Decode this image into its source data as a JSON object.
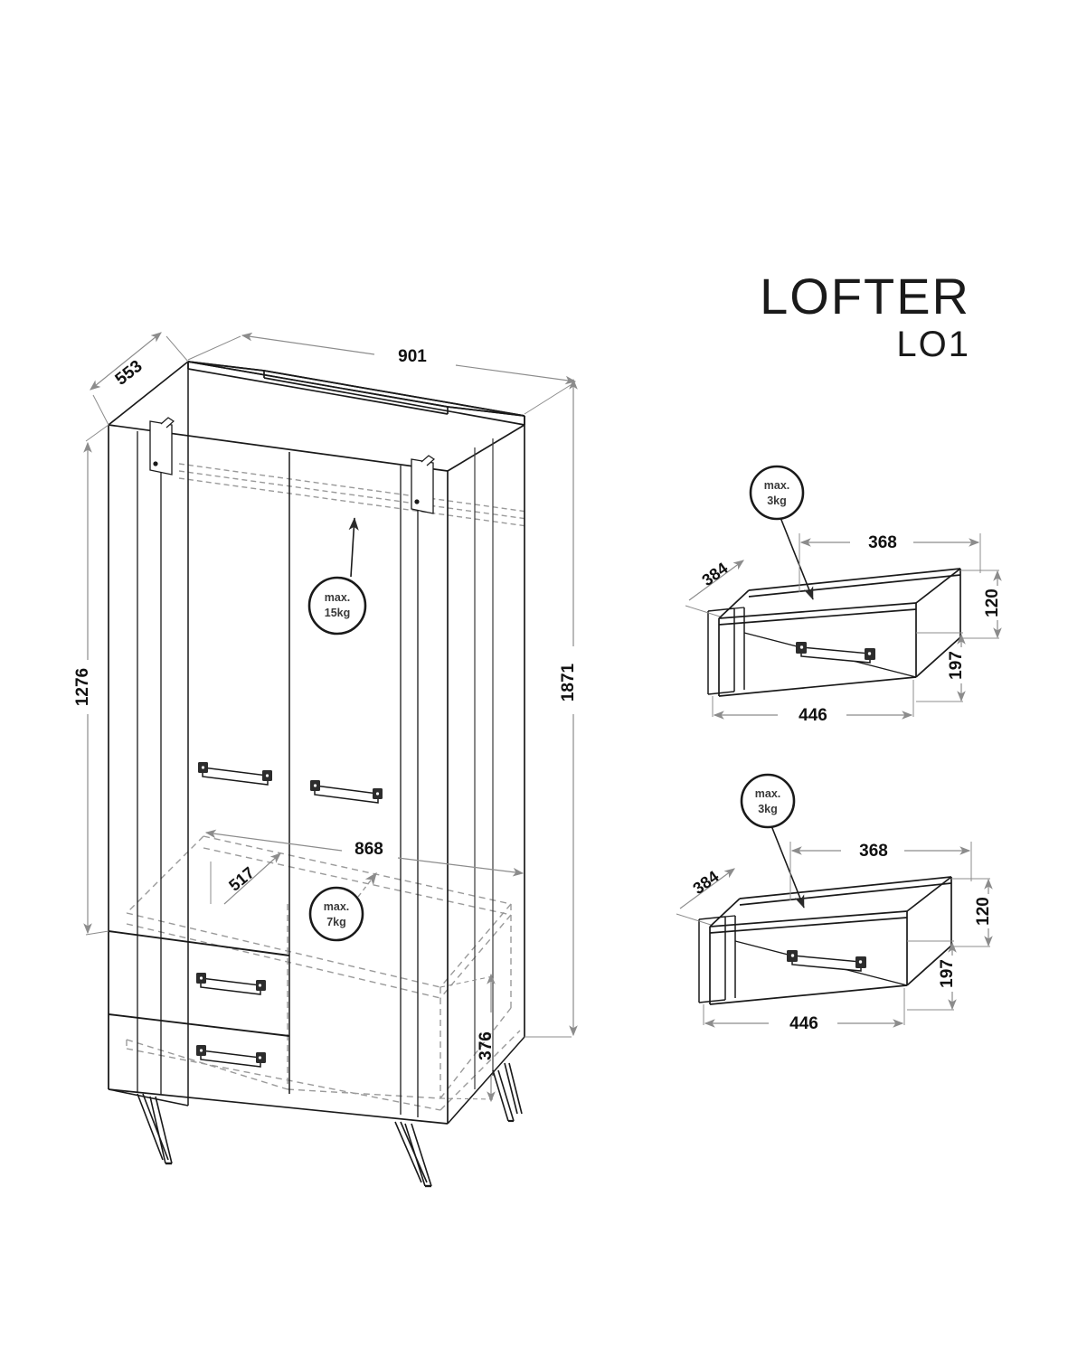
{
  "document": {
    "type": "furniture-technical-drawing",
    "title": "LOFTER",
    "model": "LO1",
    "units": "mm"
  },
  "brand": {
    "name": "LOFTER",
    "model": "LO1"
  },
  "main_view": {
    "name": "wardrobe-cabinet-isometric",
    "dimensions": {
      "width": "901",
      "depth": "553",
      "total_height": "1871",
      "hanging_section_height": "1276",
      "shelf_width": "868",
      "shelf_depth": "517",
      "lower_compartment_height": "376"
    },
    "load_labels": [
      {
        "id": "rail-load",
        "line1": "max.",
        "line2": "15kg"
      },
      {
        "id": "shelf-load",
        "line1": "max.",
        "line2": "7kg"
      }
    ]
  },
  "drawer_views": [
    {
      "name": "drawer-detail-top",
      "load": {
        "line1": "max.",
        "line2": "3kg"
      },
      "dimensions": {
        "inner_width": "368",
        "depth": "384",
        "inner_height": "120",
        "front_height": "197",
        "front_width": "446"
      }
    },
    {
      "name": "drawer-detail-bottom",
      "load": {
        "line1": "max.",
        "line2": "3kg"
      },
      "dimensions": {
        "inner_width": "368",
        "depth": "384",
        "inner_height": "120",
        "front_height": "197",
        "front_width": "446"
      }
    }
  ],
  "colors": {
    "line": "#1a1a1a",
    "dimension_line": "#8c8c8c",
    "hidden_line": "#9a9a9a",
    "background": "#ffffff"
  }
}
